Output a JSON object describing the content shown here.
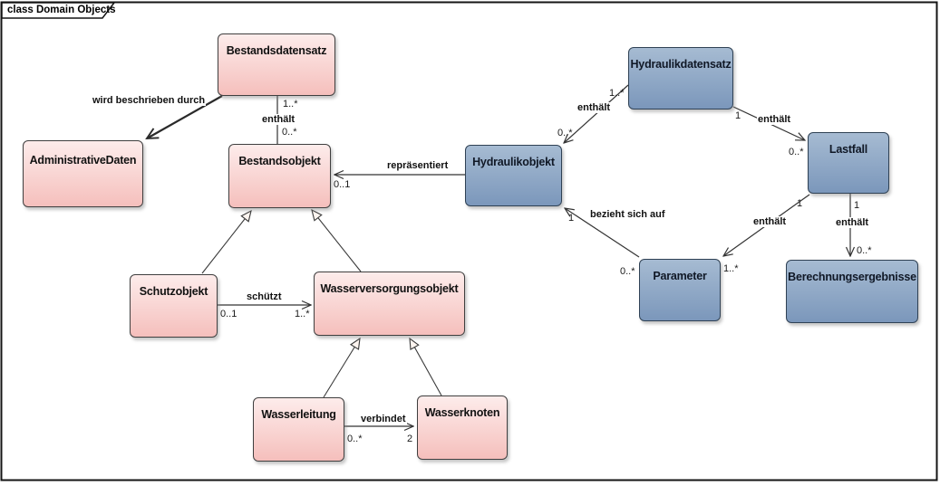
{
  "diagram": {
    "frame_title": "class Domain Objects"
  },
  "colors": {
    "pink_top": "#fdeceb",
    "pink_bottom": "#f5bfbc",
    "blue_top": "#a6bbd2",
    "blue_bottom": "#7b97bb",
    "border_pink": "#3f3f3f",
    "border_blue": "#2f4154",
    "line": "#333333"
  },
  "nodes": [
    {
      "label": "Bestandsdatensatz",
      "color": "pink"
    },
    {
      "label": "AdministrativeDaten",
      "color": "pink"
    },
    {
      "label": "Bestandsobjekt",
      "color": "pink"
    },
    {
      "label": "Hydraulikobjekt",
      "color": "blue"
    },
    {
      "label": "Hydraulikdatensatz",
      "color": "blue"
    },
    {
      "label": "Lastfall",
      "color": "blue"
    },
    {
      "label": "Parameter",
      "color": "blue"
    },
    {
      "label": "Berechnungsergebnisse",
      "color": "blue"
    },
    {
      "label": "Schutzobjekt",
      "color": "pink"
    },
    {
      "label": "Wasserversorgungsobjekt",
      "color": "pink"
    },
    {
      "label": "Wasserleitung",
      "color": "pink"
    },
    {
      "label": "Wasserknoten",
      "color": "pink"
    }
  ],
  "edges": [
    {
      "label": "wird beschrieben durch",
      "from": "Bestandsdatensatz",
      "to": "AdministrativeDaten",
      "type": "directed-association"
    },
    {
      "label": "enthält",
      "from": "Bestandsdatensatz",
      "to": "Bestandsobjekt",
      "from_mult": "1..*",
      "to_mult": "0..*",
      "type": "association"
    },
    {
      "label": "repräsentiert",
      "from": "Hydraulikobjekt",
      "to": "Bestandsobjekt",
      "to_mult": "0..1",
      "type": "directed-association"
    },
    {
      "label": "schützt",
      "from": "Schutzobjekt",
      "to": "Wasserversorgungsobjekt",
      "from_mult": "0..1",
      "to_mult": "1..*",
      "type": "directed-association"
    },
    {
      "label": "verbindet",
      "from": "Wasserleitung",
      "to": "Wasserknoten",
      "from_mult": "0..*",
      "to_mult": "2",
      "type": "directed-association"
    },
    {
      "label": "enthält",
      "from": "Hydraulikdatensatz",
      "to": "Hydraulikobjekt",
      "from_mult": "1..*",
      "to_mult": "0..*",
      "type": "directed-association"
    },
    {
      "label": "enthält",
      "from": "Hydraulikdatensatz",
      "to": "Lastfall",
      "from_mult": "1",
      "to_mult": "0..*",
      "type": "directed-association"
    },
    {
      "label": "bezieht sich auf",
      "from": "Parameter",
      "to": "Hydraulikobjekt",
      "from_mult": "0..*",
      "to_mult": "1",
      "type": "directed-association"
    },
    {
      "label": "enthält",
      "from": "Lastfall",
      "to": "Parameter",
      "from_mult": "1",
      "to_mult": "1..*",
      "type": "directed-association"
    },
    {
      "label": "enthält",
      "from": "Lastfall",
      "to": "Berechnungsergebnisse",
      "from_mult": "1",
      "to_mult": "0..*",
      "type": "directed-association"
    },
    {
      "from": "Schutzobjekt",
      "to": "Bestandsobjekt",
      "type": "generalization"
    },
    {
      "from": "Wasserversorgungsobjekt",
      "to": "Bestandsobjekt",
      "type": "generalization"
    },
    {
      "from": "Wasserleitung",
      "to": "Wasserversorgungsobjekt",
      "type": "generalization"
    },
    {
      "from": "Wasserknoten",
      "to": "Wasserversorgungsobjekt",
      "type": "generalization"
    }
  ]
}
